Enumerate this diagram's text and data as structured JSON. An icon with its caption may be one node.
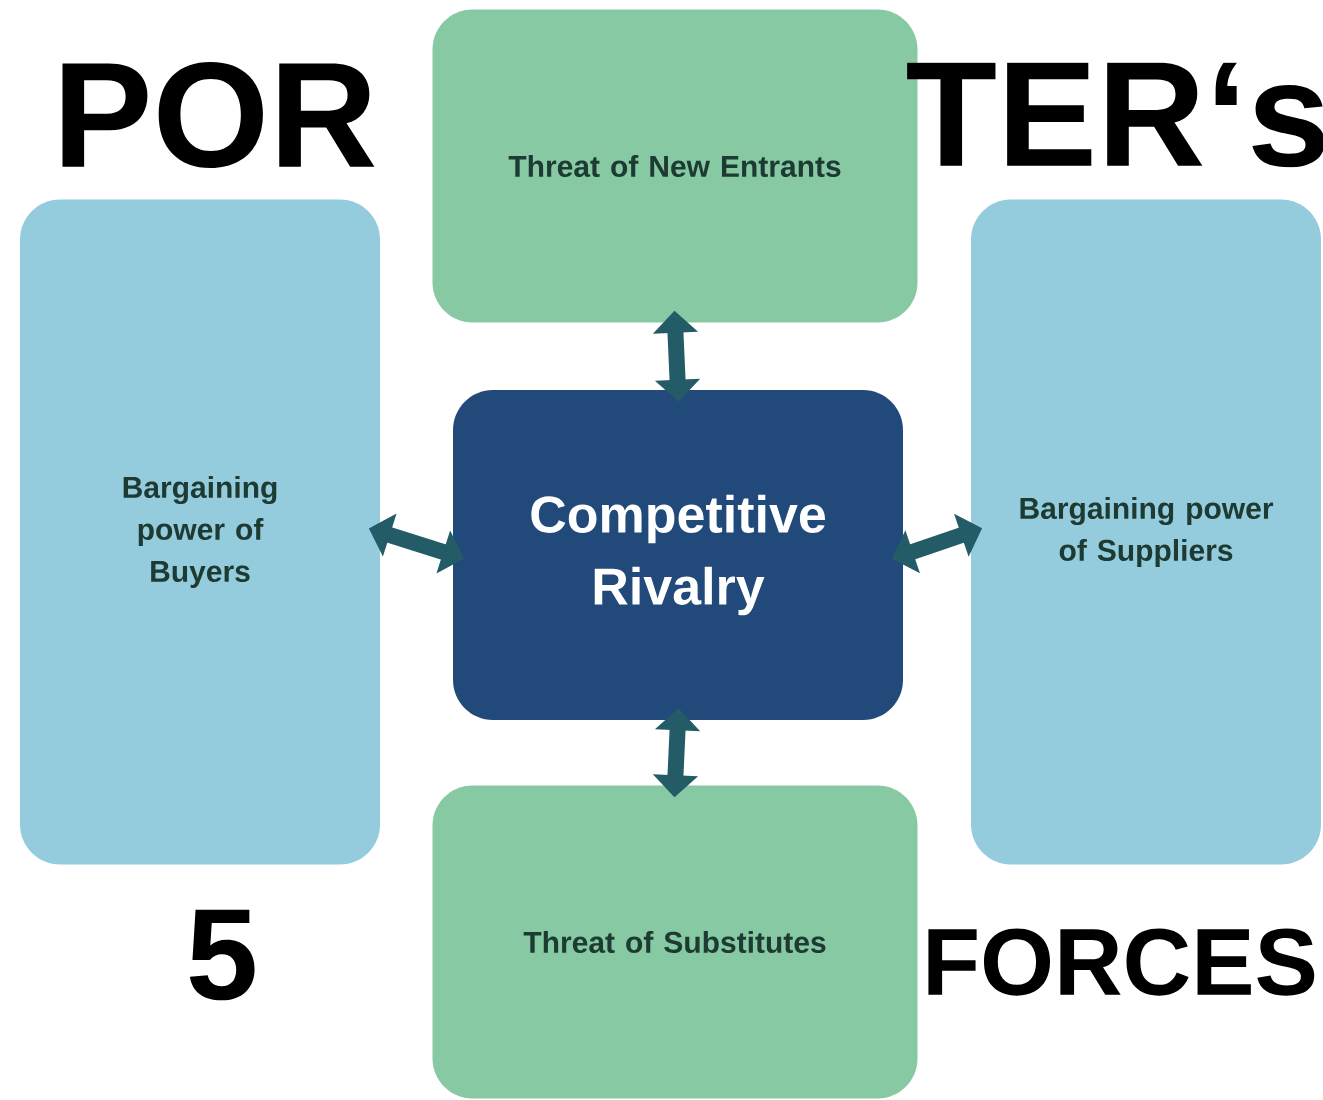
{
  "diagram": {
    "nodes": [
      {
        "text": [
          "Threat of New Entrants"
        ]
      },
      {
        "text": [
          "Bargaining power of Buyers"
        ]
      },
      {
        "text": [
          "Competitive Rivalry"
        ]
      },
      {
        "text": [
          "Bargaining power of Suppliers"
        ]
      },
      {
        "text": [
          "Threat of Substitutes"
        ]
      }
    ],
    "edges": [
      {
        "from": 2,
        "to": 0,
        "arrow": "both"
      },
      {
        "from": 2,
        "to": 1,
        "arrow": "both"
      },
      {
        "from": 2,
        "to": 3,
        "arrow": "both"
      },
      {
        "from": 2,
        "to": 4,
        "arrow": "both"
      }
    ],
    "labels": [
      "POR",
      "TER‘s",
      "5",
      "FORCES"
    ]
  }
}
